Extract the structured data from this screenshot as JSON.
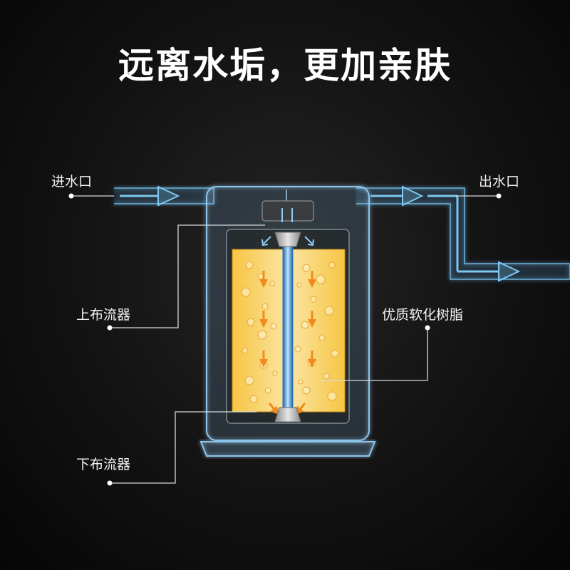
{
  "title": "远离水垢，更加亲肤",
  "labels": {
    "inlet": "进水口",
    "outlet": "出水口",
    "upper_distributor": "上布流器",
    "resin": "优质软化树脂",
    "lower_distributor": "下布流器"
  },
  "colors": {
    "background": "#111111",
    "pipe": "#6fb6e0",
    "resin": "#f4bf3a",
    "text": "#ffffff"
  }
}
